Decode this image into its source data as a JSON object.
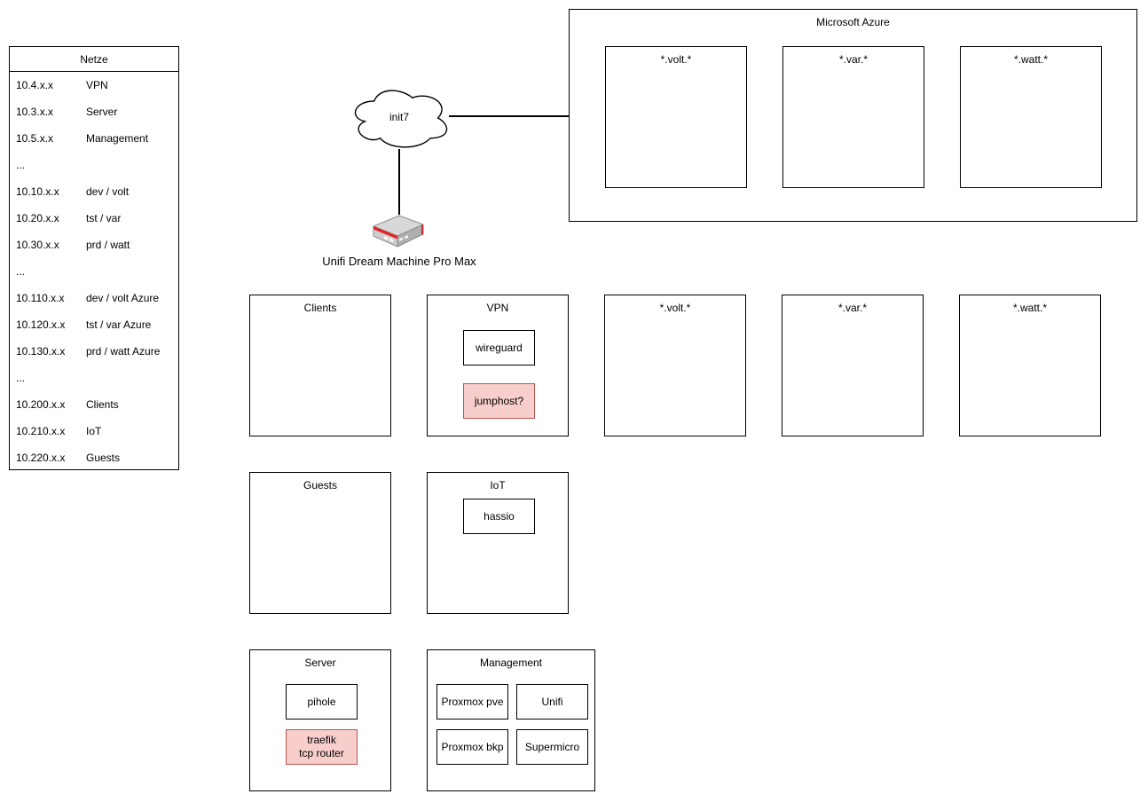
{
  "colors": {
    "box_border": "#000000",
    "highlight_fill": "#f8cecc",
    "highlight_border": "#b85450",
    "router_red": "#e0242b",
    "router_gray_top": "#d8d8d8",
    "router_gray_front": "#cfcfcf",
    "router_gray_side": "#aeaeae"
  },
  "netze_table": {
    "title": "Netze",
    "rows": [
      {
        "ip": "10.4.x.x",
        "name": "VPN"
      },
      {
        "ip": "10.3.x.x",
        "name": "Server"
      },
      {
        "ip": "10.5.x.x",
        "name": "Management"
      },
      {
        "ip": "...",
        "name": ""
      },
      {
        "ip": "10.10.x.x",
        "name": "dev / volt"
      },
      {
        "ip": "10.20.x.x",
        "name": "tst / var"
      },
      {
        "ip": "10.30.x.x",
        "name": "prd / watt"
      },
      {
        "ip": "...",
        "name": ""
      },
      {
        "ip": "10.110.x.x",
        "name": "dev / volt Azure"
      },
      {
        "ip": "10.120.x.x",
        "name": "tst / var Azure"
      },
      {
        "ip": "10.130.x.x",
        "name": "prd / watt Azure"
      },
      {
        "ip": "...",
        "name": ""
      },
      {
        "ip": "10.200.x.x",
        "name": "Clients"
      },
      {
        "ip": "10.210.x.x",
        "name": "IoT"
      },
      {
        "ip": "10.220.x.x",
        "name": "Guests"
      }
    ]
  },
  "internet": {
    "label": "init7"
  },
  "router": {
    "label": "Unifi Dream Machine Pro Max"
  },
  "azure": {
    "title": "Microsoft Azure",
    "services": [
      {
        "label": "*.volt.*"
      },
      {
        "label": "*.var.*"
      },
      {
        "label": "*.watt.*"
      }
    ]
  },
  "lan": {
    "clients": {
      "label": "Clients"
    },
    "vpn": {
      "label": "VPN",
      "wireguard": "wireguard",
      "jumphost": "jumphost?"
    },
    "volt": {
      "label": "*.volt.*"
    },
    "var": {
      "label": "*.var.*"
    },
    "watt": {
      "label": "*.watt.*"
    },
    "guests": {
      "label": "Guests"
    },
    "iot": {
      "label": "IoT",
      "hassio": "hassio"
    },
    "server": {
      "label": "Server",
      "pihole": "pihole",
      "traefik": "traefik\ntcp router"
    },
    "management": {
      "label": "Management",
      "proxmox_pve": "Proxmox pve",
      "unifi": "Unifi",
      "proxmox_bkp": "Proxmox bkp",
      "supermicro": "Supermicro"
    }
  }
}
